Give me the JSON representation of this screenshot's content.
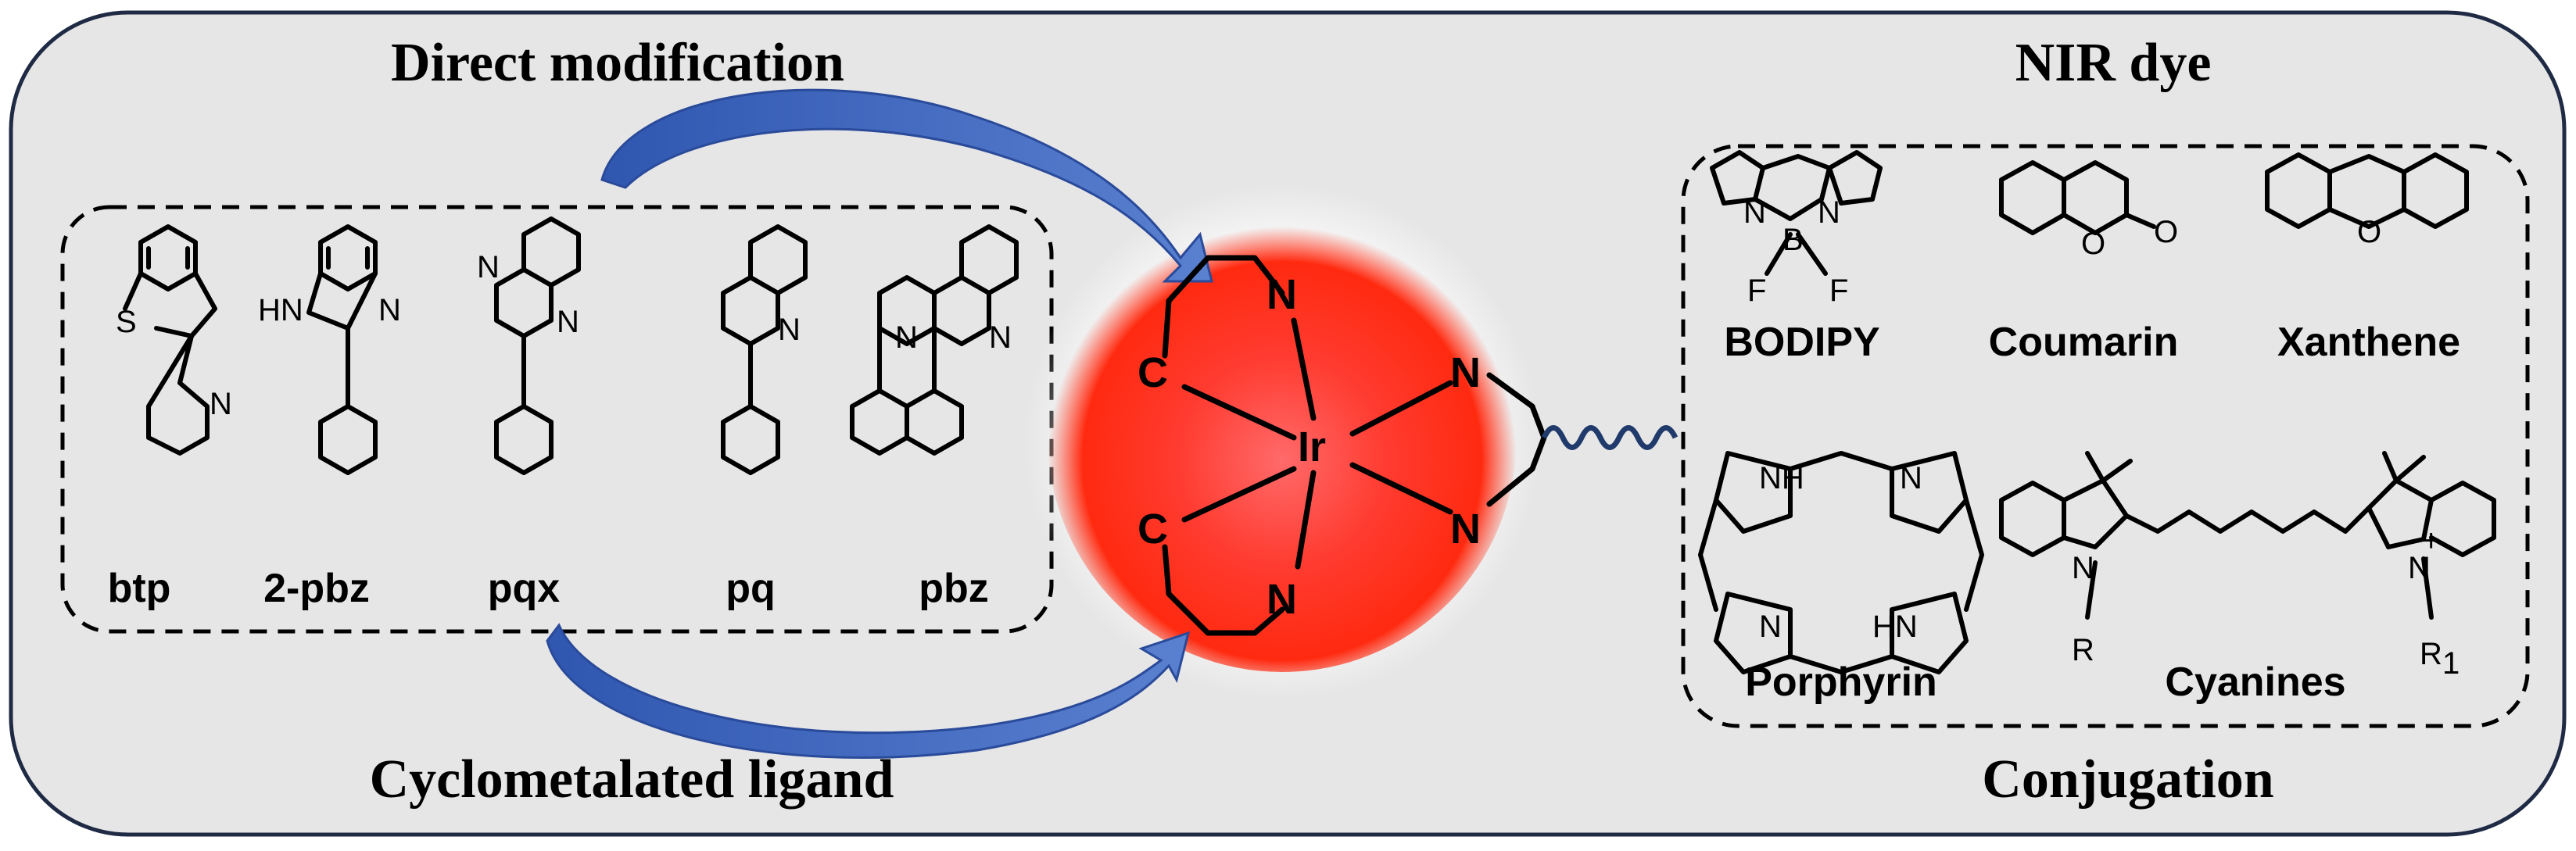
{
  "headings": {
    "direct_modification": "Direct modification",
    "cyclometalated_ligand": "Cyclometalated ligand",
    "nir_dye": "NIR dye",
    "conjugation": "Conjugation"
  },
  "ligands": [
    {
      "label": "btp"
    },
    {
      "label": "2-pbz"
    },
    {
      "label": "pqx"
    },
    {
      "label": "pq"
    },
    {
      "label": "pbz"
    }
  ],
  "dyes": [
    {
      "label": "BODIPY"
    },
    {
      "label": "Coumarin"
    },
    {
      "label": "Xanthene"
    },
    {
      "label": "Porphyrin"
    },
    {
      "label": "Cyanines"
    }
  ],
  "atoms": {
    "S": "S",
    "N": "N",
    "HN": "HN",
    "NH": "NH",
    "O": "O",
    "F": "F",
    "B": "B",
    "C": "C",
    "Ir": "Ir",
    "R": "R",
    "R1_base": "R",
    "R1_sub": "1",
    "plus": "+"
  },
  "colors": {
    "panel_bg": "#e6e6e6",
    "panel_border": "#1f2a44",
    "arrow_blue": "#3d64b8",
    "core_red": "#ff2a1a",
    "wavy_navy": "#1f3a6b"
  }
}
